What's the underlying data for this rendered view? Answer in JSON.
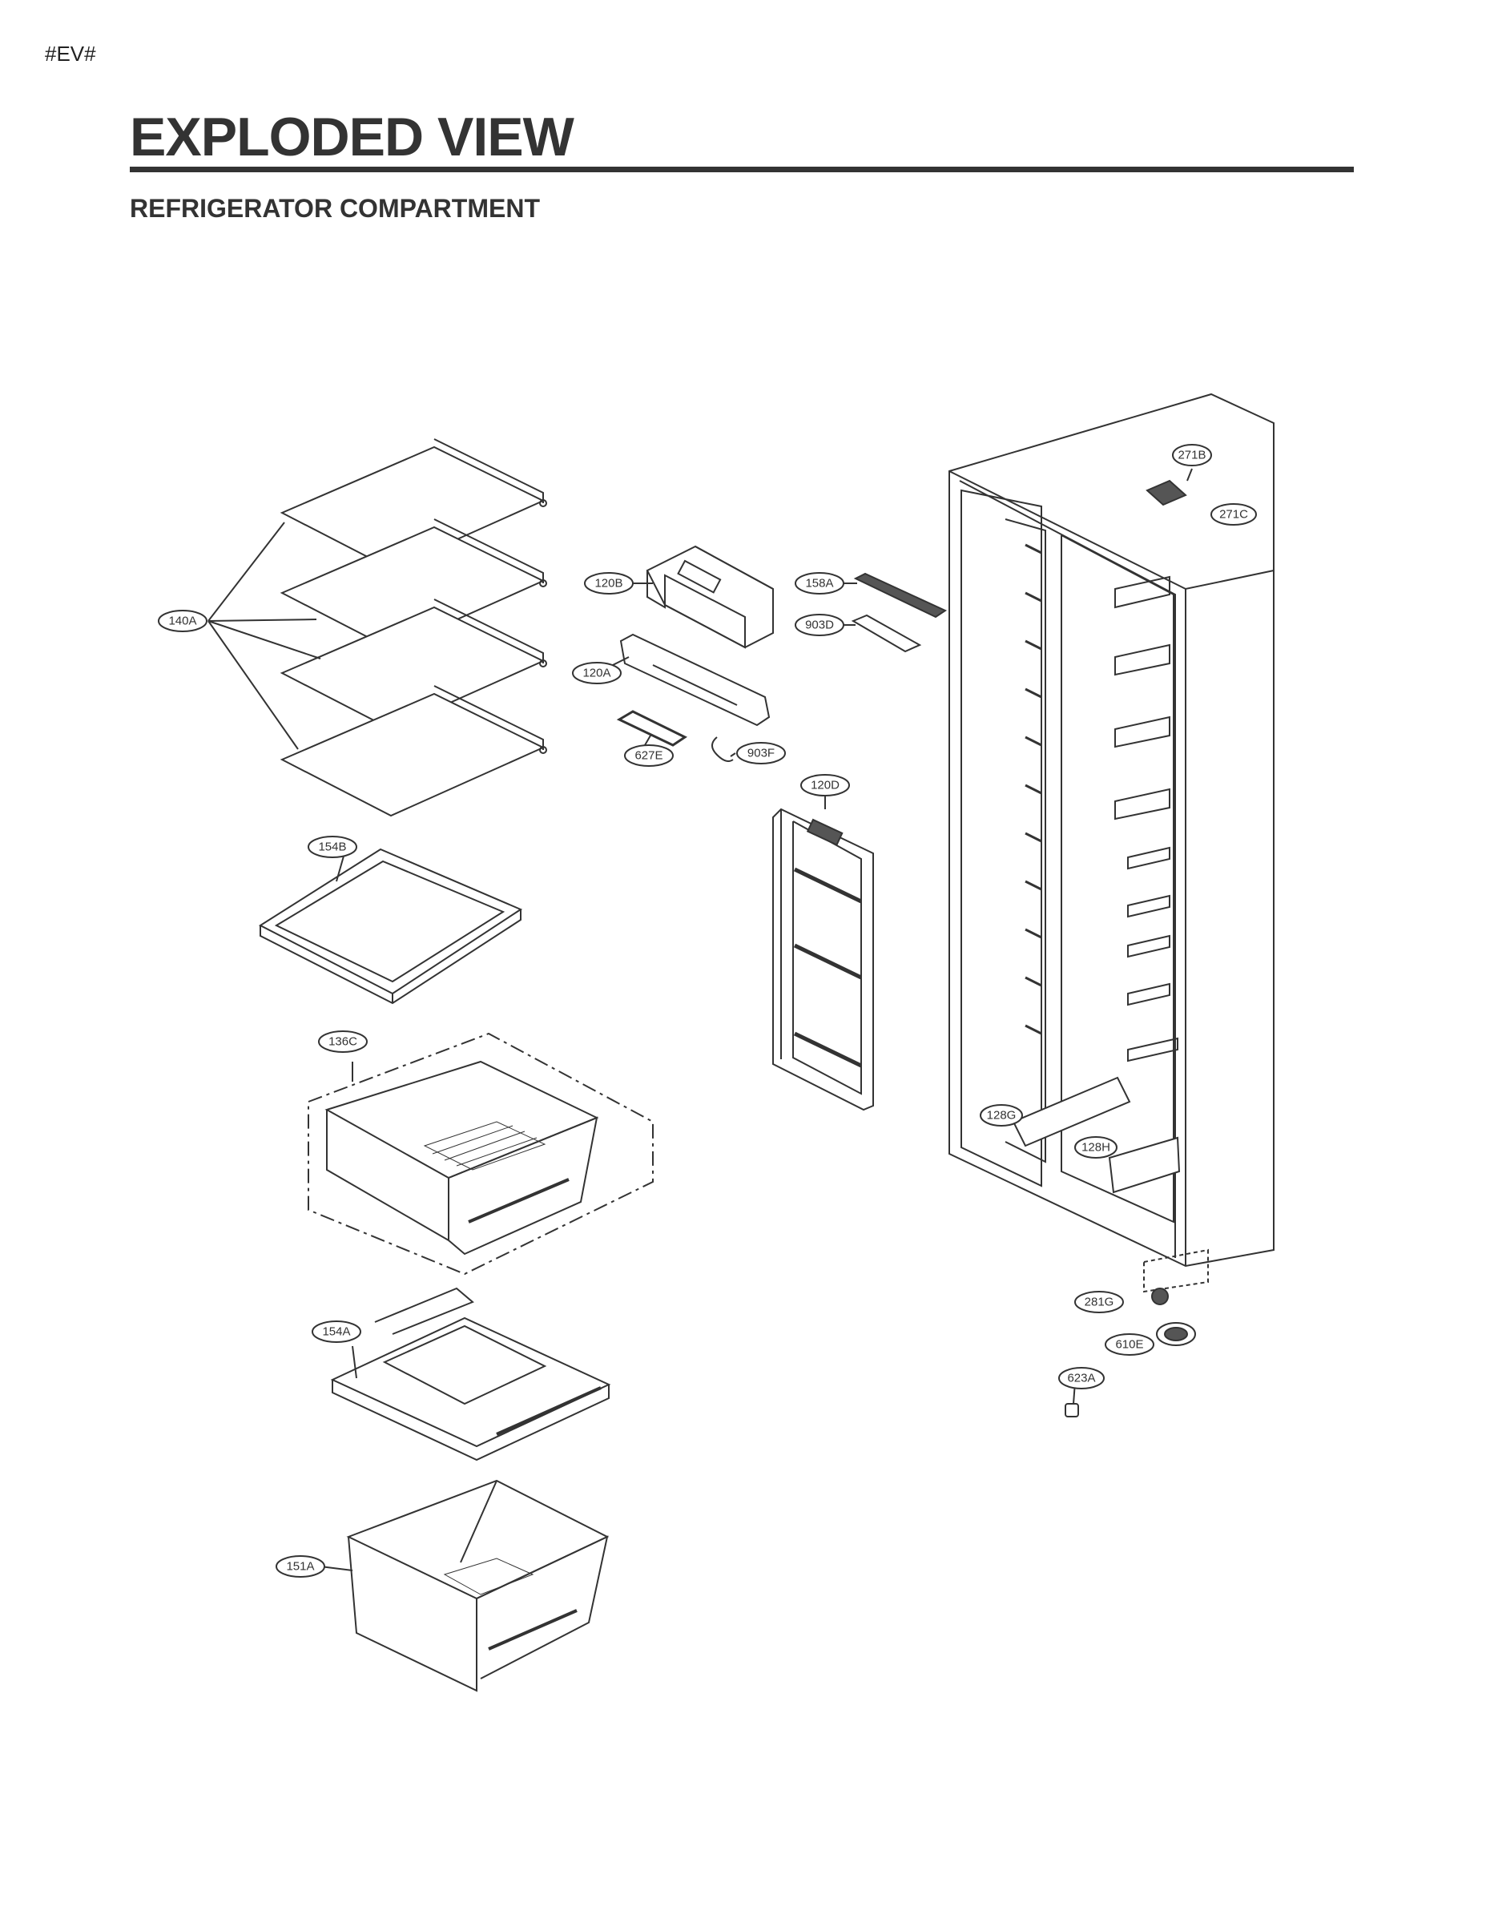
{
  "header": {
    "tag": "#EV#",
    "title": "EXPLODED VIEW",
    "subtitle": "REFRIGERATOR COMPARTMENT"
  },
  "callouts": {
    "c140A": "140A",
    "c120B": "120B",
    "c158A": "158A",
    "c903D": "903D",
    "c120A": "120A",
    "c627E": "627E",
    "c903F": "903F",
    "c120D": "120D",
    "c154B": "154B",
    "c136C": "136C",
    "c154A": "154A",
    "c151A": "151A",
    "c271B": "271B",
    "c271C": "271C",
    "c128G": "128G",
    "c128H": "128H",
    "c281G": "281G",
    "c610E": "610E",
    "c623A": "623A"
  }
}
